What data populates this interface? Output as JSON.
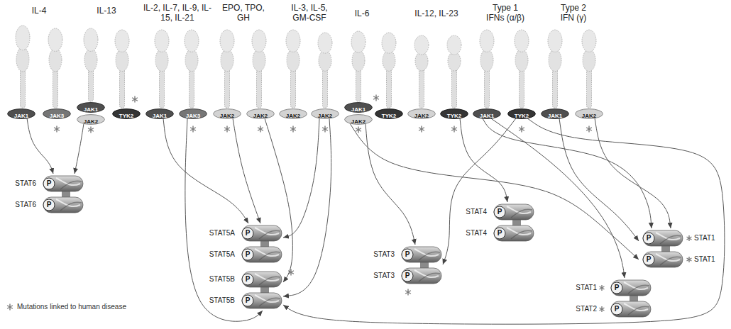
{
  "diagram": {
    "nodes": [
      {
        "text": [
          "JAK1"
        ]
      },
      {
        "text": [
          "JAK3"
        ]
      },
      {
        "text": [
          "JAK1"
        ]
      },
      {
        "text": [
          "JAK2"
        ]
      },
      {
        "text": [
          "TYK2"
        ]
      },
      {
        "text": [
          "JAK1"
        ]
      },
      {
        "text": [
          "JAK3"
        ]
      },
      {
        "text": [
          "JAK2"
        ]
      },
      {
        "text": [
          "JAK2"
        ]
      },
      {
        "text": [
          "JAK2"
        ]
      },
      {
        "text": [
          "JAK2"
        ]
      },
      {
        "text": [
          "JAK1"
        ]
      },
      {
        "text": [
          "JAK2"
        ]
      },
      {
        "text": [
          "TYK2"
        ]
      },
      {
        "text": [
          "JAK2"
        ]
      },
      {
        "text": [
          "TYK2"
        ]
      },
      {
        "text": [
          "JAK1"
        ]
      },
      {
        "text": [
          "TYK2"
        ]
      },
      {
        "text": [
          "JAK1"
        ]
      },
      {
        "text": [
          "JAK2"
        ]
      },
      {
        "text": [
          "STAT6",
          "P",
          "P",
          "STAT6"
        ]
      },
      {
        "text": [
          "STAT5A",
          "P",
          "P",
          "STAT5A"
        ]
      },
      {
        "text": [
          "STAT5B",
          "P",
          "P",
          "STAT5B"
        ]
      },
      {
        "text": [
          "STAT3",
          "P",
          "P",
          "STAT3"
        ]
      },
      {
        "text": [
          "STAT4",
          "P",
          "P",
          "STAT4"
        ]
      },
      {
        "text": [
          "STAT1",
          "P",
          "P",
          "STAT2"
        ]
      },
      {
        "text": [
          "STAT1",
          "P",
          "P",
          "STAT1"
        ]
      }
    ],
    "edges": [
      {
        "from": 0,
        "to": 20,
        "arrow": "to"
      },
      {
        "from": 3,
        "to": 20,
        "arrow": "to"
      },
      {
        "from": 5,
        "to": 21,
        "arrow": "to"
      },
      {
        "from": 6,
        "to": 22,
        "arrow": "to"
      },
      {
        "from": 7,
        "to": 21,
        "arrow": "to"
      },
      {
        "from": 8,
        "to": 22,
        "arrow": "to"
      },
      {
        "from": 10,
        "to": 21,
        "arrow": "to"
      },
      {
        "from": 10,
        "to": 22,
        "arrow": "to"
      },
      {
        "from": 12,
        "to": 23,
        "arrow": "to"
      },
      {
        "from": 12,
        "to": 26,
        "arrow": "to"
      },
      {
        "from": 15,
        "to": 24,
        "arrow": "to"
      },
      {
        "from": 16,
        "to": 25,
        "arrow": "to"
      },
      {
        "from": 16,
        "to": 26,
        "arrow": "to"
      },
      {
        "from": 17,
        "to": 23,
        "arrow": "to"
      },
      {
        "from": 17,
        "to": 22,
        "arrow": "to"
      },
      {
        "from": 18,
        "to": 26,
        "arrow": "to"
      },
      {
        "from": 19,
        "to": 26,
        "arrow": "to"
      }
    ],
    "labels": [
      "IL-4",
      "IL-13",
      "IL-2, IL-7, IL-9, IL-15, IL-21",
      "EPO, TPO, GH",
      "IL-3, IL-5, GM-CSF",
      "IL-6",
      "IL-12, IL-23",
      "Type 1 IFNs (α/β)",
      "Type 2 IFN (γ)"
    ],
    "legend": [
      {
        "text": "Mutations linked to human disease"
      }
    ]
  }
}
